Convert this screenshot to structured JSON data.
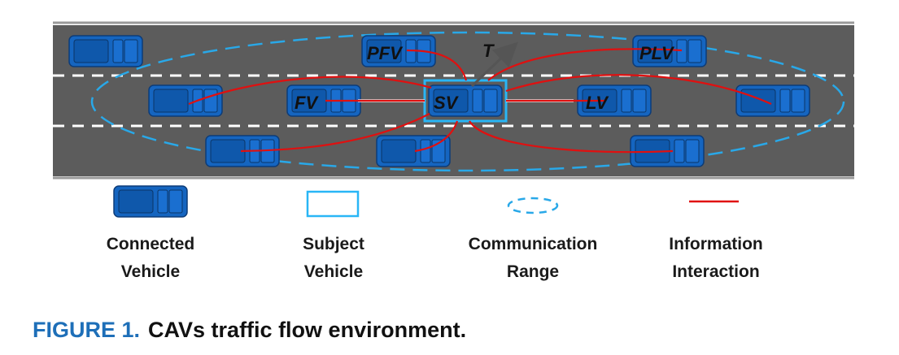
{
  "diagram": {
    "vehicle_labels": {
      "pfv": "PFV",
      "plv": "PLV",
      "fv": "FV",
      "sv": "SV",
      "lv": "LV",
      "t": "T"
    },
    "colors": {
      "road": "#5a5a5a",
      "lane_marking": "#ffffff",
      "vehicle_body": "#1565c0",
      "vehicle_window": "#0d47a1",
      "subject_box": "#29b6f6",
      "range_ellipse": "#29a8e8",
      "interaction_line": "#e01010",
      "arrow": "#555555"
    }
  },
  "legend": {
    "items": [
      {
        "id": "connected-vehicle",
        "line1": "Connected",
        "line2": "Vehicle",
        "icon": "vehicle-icon"
      },
      {
        "id": "subject-vehicle",
        "line1": "Subject",
        "line2": "Vehicle",
        "icon": "subject-box-icon"
      },
      {
        "id": "communication-range",
        "line1": "Communication",
        "line2": "Range",
        "icon": "dashed-ellipse-icon"
      },
      {
        "id": "information-interaction",
        "line1": "Information",
        "line2": "Interaction",
        "icon": "red-line-icon"
      }
    ]
  },
  "caption": {
    "number": "FIGURE 1.",
    "text": "CAVs traffic flow environment."
  }
}
